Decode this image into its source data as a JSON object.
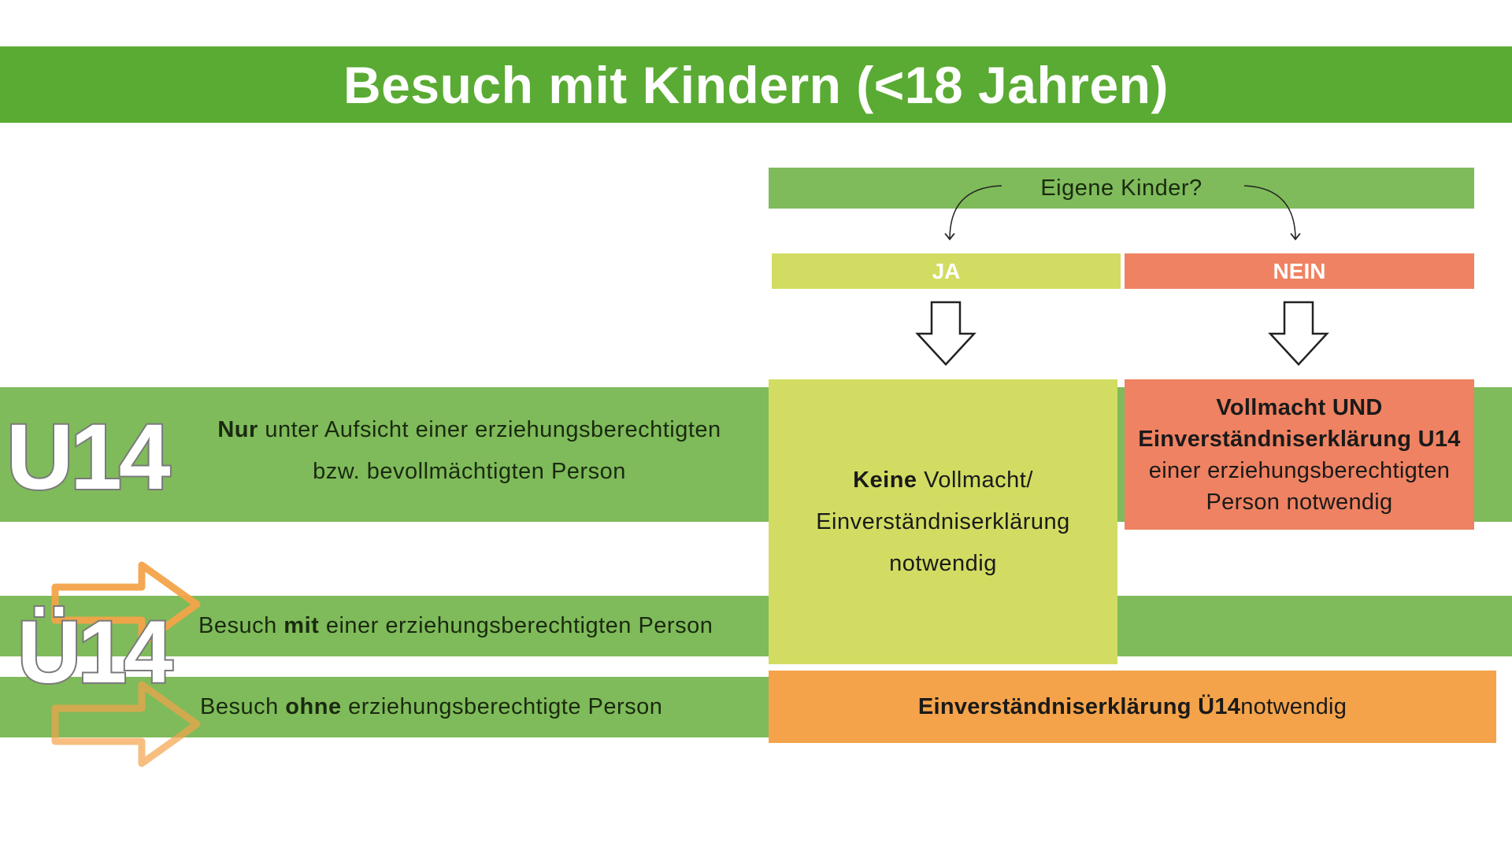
{
  "title": "Besuch mit Kindern (<18 Jahren)",
  "question": "Eigene Kinder?",
  "answers": {
    "yes": "JA",
    "no": "NEIN"
  },
  "u14": {
    "label": "U14",
    "text_bold": "Nur",
    "text_rest": " unter Aufsicht einer erziehungsberechtigten",
    "text_line2": "bzw.  bevollmächtigten Person"
  },
  "ue14": {
    "label": "Ü14",
    "row_with": {
      "pre": "Besuch ",
      "bold": "mit",
      "post": " einer erziehungsberechtigten Person"
    },
    "row_without": {
      "pre": "Besuch ",
      "bold": "ohne",
      "post": " erziehungsberechtigte Person"
    }
  },
  "yes_box": {
    "bold": "Keine",
    "line1_rest": " Vollmacht/",
    "line2": "Einverständniserklärung",
    "line3": "notwendig"
  },
  "no_box": {
    "line1": "Vollmacht UND",
    "line2": "Einverständniserklärung U14",
    "line3": "einer erziehungsberechtigten",
    "line4": "Person notwendig"
  },
  "ue14_box": {
    "bold": "Einverständniserklärung Ü14",
    "rest": " notwendig"
  },
  "colors": {
    "title_green": "#5aab33",
    "band_green": "#7fbb5a",
    "yes_lime": "#d2dc62",
    "no_salmon": "#ef8262",
    "orange": "#f4a34a"
  }
}
